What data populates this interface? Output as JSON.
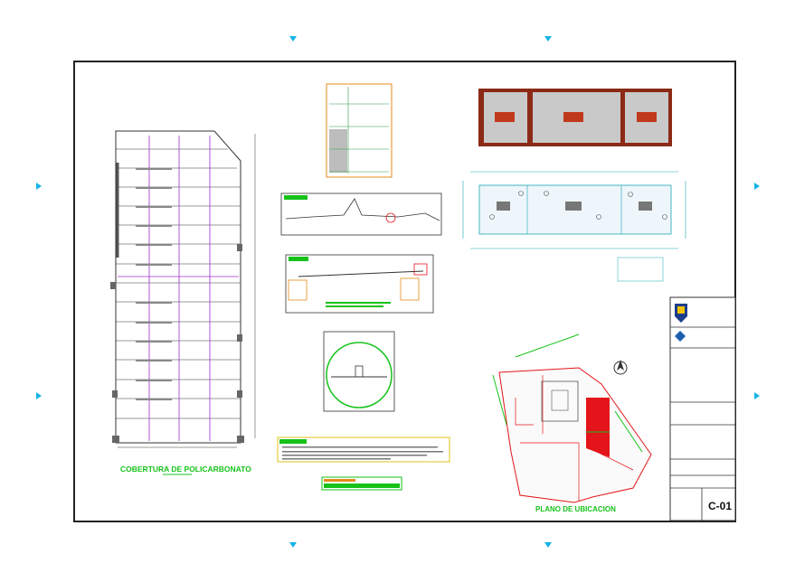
{
  "titles": {
    "main_plan": "COBERTURA DE POLICARBONATO",
    "location_plan": "PLANO DE UBICACION"
  },
  "title_block": {
    "sheet_code": "C-01"
  },
  "colors": {
    "frame": "#222222",
    "grid_purple": "#9b30c8",
    "accent_green": "#16c21a",
    "section_red": "#e3151a",
    "paving_brown": "#8b2a16",
    "marker_cyan": "#16b3e6",
    "dimension_cyan": "#1aa7b5"
  },
  "icons": {
    "registration_mark": "triangle-marker-icon",
    "north_arrow": "compass-north-icon",
    "logo_main": "municipality-logo-icon",
    "logo_secondary": "diamond-logo-icon"
  }
}
